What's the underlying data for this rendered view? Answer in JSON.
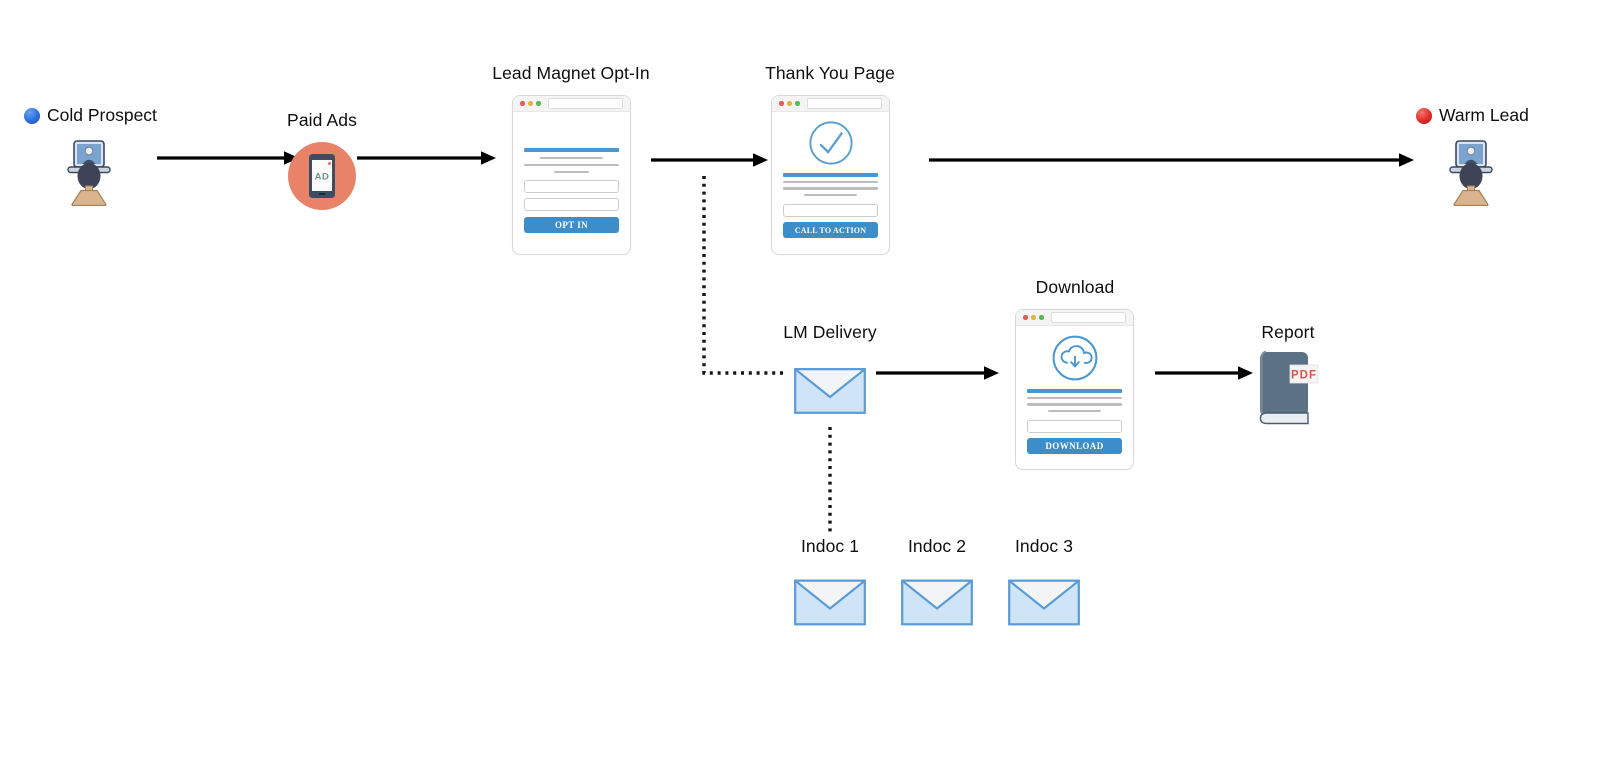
{
  "diagram": {
    "background": "#ffffff",
    "nodes": {
      "cold_prospect": {
        "label": "Cold Prospect",
        "dot_color": "#2a6fdb",
        "icon": "person-at-computer-icon"
      },
      "paid_ads": {
        "label": "Paid Ads",
        "ad_text": "AD",
        "circle_color": "#e8836a",
        "icon": "ad-tablet-icon"
      },
      "lead_magnet": {
        "label": "Lead Magnet Opt-In",
        "button_label": "OPT IN",
        "icon": "browser-window-optin-form"
      },
      "thank_you": {
        "label": "Thank You Page",
        "button_label": "CALL TO ACTION",
        "icon": "check-circle-icon"
      },
      "warm_lead": {
        "label": "Warm Lead",
        "dot_color": "#e02b2b",
        "icon": "person-at-computer-icon"
      },
      "lm_delivery": {
        "label": "LM Delivery",
        "icon": "envelope-icon"
      },
      "download": {
        "label": "Download",
        "button_label": "DOWNLOAD",
        "icon": "cloud-download-icon"
      },
      "report": {
        "label": "Report",
        "badge": "PDF",
        "icon": "book-pdf-icon"
      },
      "indocs": [
        {
          "label": "Indoc 1",
          "icon": "envelope-icon"
        },
        {
          "label": "Indoc 2",
          "icon": "envelope-icon"
        },
        {
          "label": "Indoc 3",
          "icon": "envelope-icon"
        }
      ]
    },
    "connectors": {
      "solid": [
        "cold-prospect to paid-ads",
        "paid-ads to lead-magnet-opt-in",
        "lead-magnet-opt-in to thank-you-page",
        "thank-you-page to warm-lead",
        "lm-delivery to download",
        "download to report"
      ],
      "dotted": [
        "lead-magnet-opt-in branch to lm-delivery",
        "lm-delivery branch to indoc-1"
      ]
    },
    "colors": {
      "arrow": "#000000",
      "accent_blue": "#3d8dc8",
      "line_blue": "#4a97cf",
      "line_gray": "#bdbdbd",
      "envelope_fill": "#cfe4f7",
      "envelope_stroke": "#5b9bd5",
      "coral_circle": "#e8836a",
      "book_cover": "#5d7184",
      "pdf_red": "#d9534f"
    }
  }
}
